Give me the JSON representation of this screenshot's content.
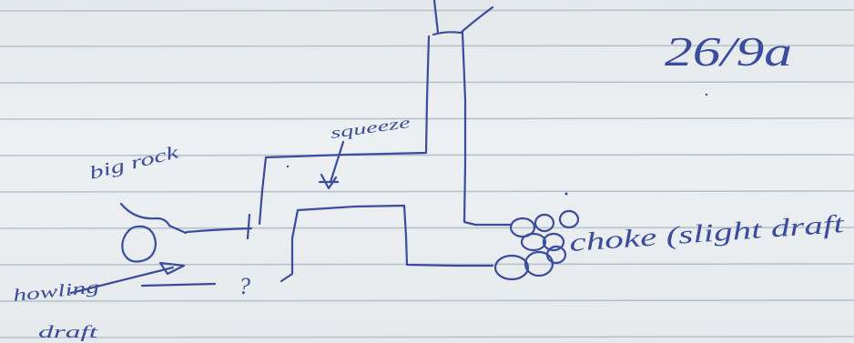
{
  "paper": {
    "background": "#e9ecef",
    "rule_color": "#b7c2cc",
    "ink_color": "#3a4c9e"
  },
  "sketch": {
    "date": "26/9a",
    "labels": {
      "squeeze": "squeeze",
      "big_rock": "big rock",
      "howling": "howling",
      "draft": "draft",
      "choke": "choke (slight draft",
      "question": "?"
    }
  }
}
